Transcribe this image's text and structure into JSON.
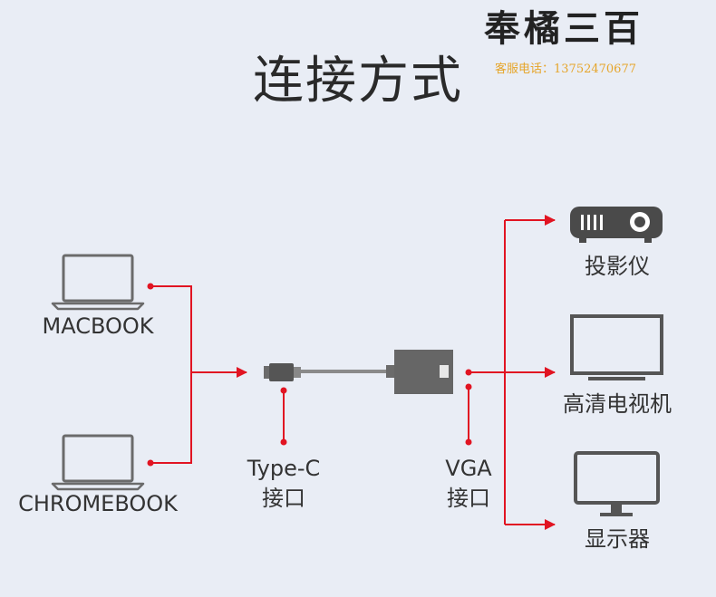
{
  "title": "连接方式",
  "brand": {
    "logo_text": "奉橘三百",
    "phone_line": "客服电话：13752470677"
  },
  "sources": [
    {
      "label": "MACBOOK",
      "icon": "laptop-icon"
    },
    {
      "label": "CHROMEBOOK",
      "icon": "laptop-icon"
    }
  ],
  "adapter": {
    "typec_label": "Type-C",
    "typec_sub": "接口",
    "vga_label": "VGA",
    "vga_sub": "接口"
  },
  "outputs": [
    {
      "label": "投影仪",
      "icon": "projector-icon"
    },
    {
      "label": "高清电视机",
      "icon": "tv-icon"
    },
    {
      "label": "显示器",
      "icon": "monitor-icon"
    }
  ],
  "colors": {
    "background": "#e9edf5",
    "line": "#e11422",
    "device": "#6b6b6b"
  }
}
